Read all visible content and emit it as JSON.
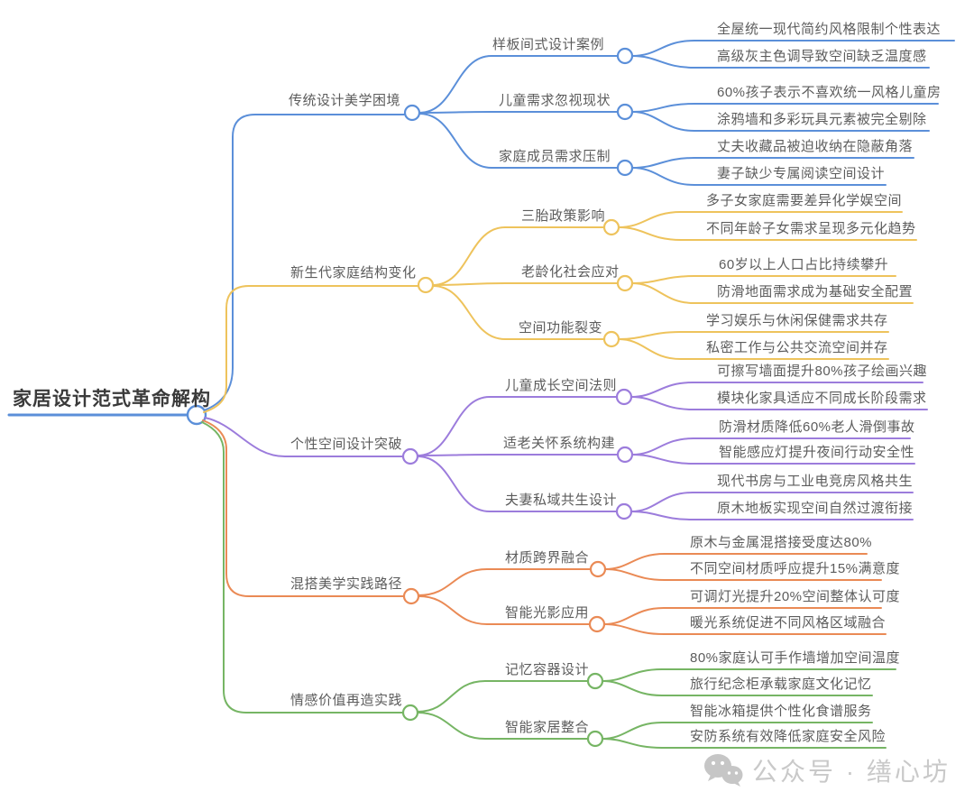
{
  "root": {
    "label": "家居设计范式革命解构"
  },
  "branches": [
    {
      "label": "传统设计美学困境",
      "color": "#5B8FD9",
      "children": [
        {
          "label": "样板间式设计案例",
          "leaves": [
            "全屋统一现代简约风格限制个性表达",
            "高级灰主色调导致空间缺乏温度感"
          ]
        },
        {
          "label": "儿童需求忽视现状",
          "leaves": [
            "60%孩子表示不喜欢统一风格儿童房",
            "涂鸦墙和多彩玩具元素被完全剔除"
          ]
        },
        {
          "label": "家庭成员需求压制",
          "leaves": [
            "丈夫收藏品被迫收纳在隐蔽角落",
            "妻子缺少专属阅读空间设计"
          ]
        }
      ]
    },
    {
      "label": "新生代家庭结构变化",
      "color": "#EEC35C",
      "children": [
        {
          "label": "三胎政策影响",
          "leaves": [
            "多子女家庭需要差异化学娱空间",
            "不同年龄子女需求呈现多元化趋势"
          ]
        },
        {
          "label": "老龄化社会应对",
          "leaves": [
            "60岁以上人口占比持续攀升",
            "防滑地面需求成为基础安全配置"
          ]
        },
        {
          "label": "空间功能裂变",
          "leaves": [
            "学习娱乐与休闲保健需求共存",
            "私密工作与公共交流空间并存"
          ]
        }
      ]
    },
    {
      "label": "个性空间设计突破",
      "color": "#9C7CDC",
      "children": [
        {
          "label": "儿童成长空间法则",
          "leaves": [
            "可擦写墙面提升80%孩子绘画兴趣",
            "模块化家具适应不同成长阶段需求"
          ]
        },
        {
          "label": "适老关怀系统构建",
          "leaves": [
            "防滑材质降低60%老人滑倒事故",
            "智能感应灯提升夜间行动安全性"
          ]
        },
        {
          "label": "夫妻私域共生设计",
          "leaves": [
            "现代书房与工业电竞房风格共生",
            "原木地板实现空间自然过渡衔接"
          ]
        }
      ]
    },
    {
      "label": "混搭美学实践路径",
      "color": "#EA8A55",
      "children": [
        {
          "label": "材质跨界融合",
          "leaves": [
            "原木与金属混搭接受度达80%",
            "不同空间材质呼应提升15%满意度"
          ]
        },
        {
          "label": "智能光影应用",
          "leaves": [
            "可调灯光提升20%空间整体认可度",
            "暖光系统促进不同风格区域融合"
          ]
        }
      ]
    },
    {
      "label": "情感价值再造实践",
      "color": "#76B564",
      "children": [
        {
          "label": "记忆容器设计",
          "leaves": [
            "80%家庭认可手作墙增加空间温度",
            "旅行纪念柜承载家庭文化记忆"
          ]
        },
        {
          "label": "智能家居整合",
          "leaves": [
            "智能冰箱提供个性化食谱服务",
            "安防系统有效降低家庭安全风险"
          ]
        }
      ]
    }
  ],
  "watermark": {
    "icon": "wechat-icon",
    "text": "公众号 · 缮心坊",
    "color": "#c9c9c9"
  },
  "palette": {
    "branch_blue": "#5B8FD9",
    "branch_yellow": "#EEC35C",
    "branch_purple": "#9C7CDC",
    "branch_orange": "#EA8A55",
    "branch_green": "#76B564",
    "text": "#5c5c5c",
    "root_text": "#3a3a3a",
    "background": "#ffffff"
  }
}
